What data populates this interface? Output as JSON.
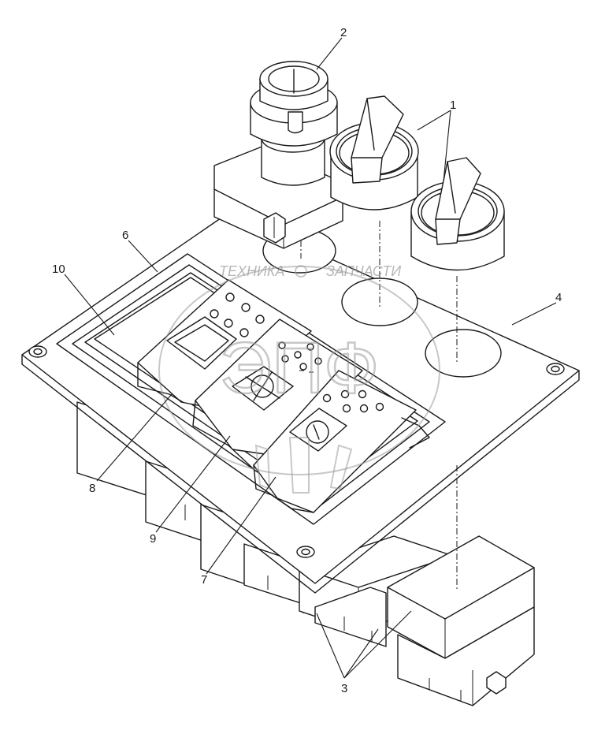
{
  "callouts": {
    "c1": "1",
    "c2": "2",
    "c3": "3",
    "c4": "4",
    "c6": "6",
    "c7": "7",
    "c8": "8",
    "c9": "9",
    "c10": "10"
  },
  "watermark": {
    "text_left": "ТЕХНИКА",
    "text_right": "ЗАПЧАСТИ",
    "logo": "ЭПФ"
  }
}
